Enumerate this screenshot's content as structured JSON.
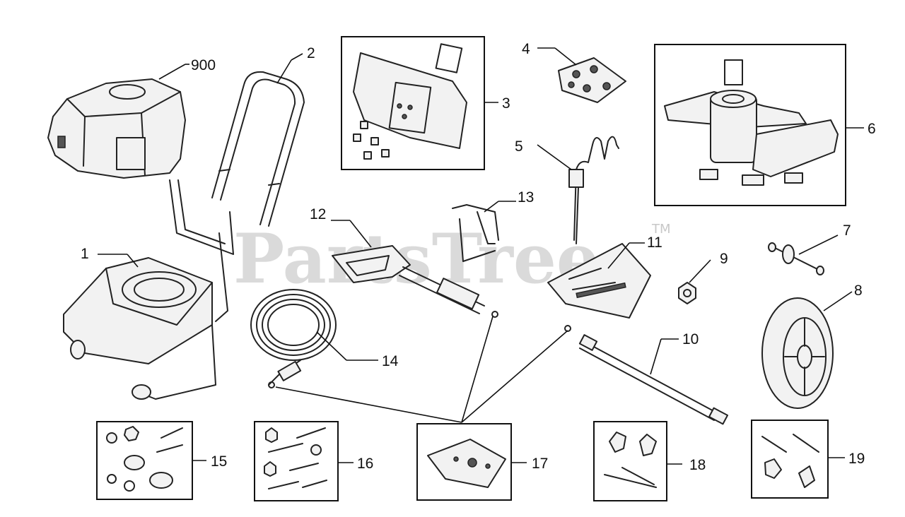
{
  "watermark": {
    "text": "PartsTree",
    "trademark": "TM"
  },
  "callouts": {
    "c900": "900",
    "c1": "1",
    "c2": "2",
    "c3": "3",
    "c4": "4",
    "c5": "5",
    "c6": "6",
    "c7": "7",
    "c8": "8",
    "c9": "9",
    "c10": "10",
    "c11": "11",
    "c12": "12",
    "c13": "13",
    "c14": "14",
    "c15": "15",
    "c16": "16",
    "c17": "17",
    "c18": "18",
    "c19": "19"
  }
}
